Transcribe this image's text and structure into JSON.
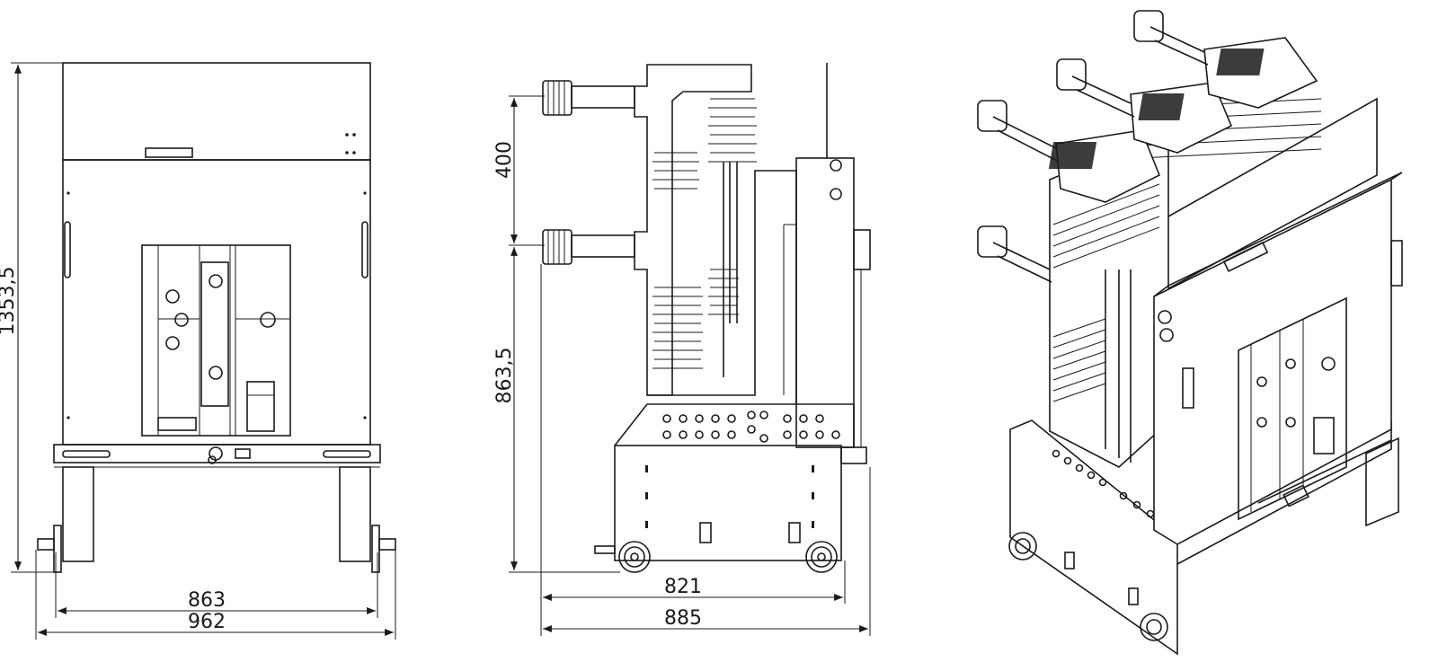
{
  "dimensions": {
    "front_height": "1353,5",
    "front_inner_width": "863",
    "front_outer_width": "962",
    "side_upper_spacing": "400",
    "side_lower_height": "863,5",
    "side_inner_width": "821",
    "side_outer_width": "885"
  },
  "views": [
    {
      "name": "front-view",
      "icon": "breaker-front-elevation"
    },
    {
      "name": "side-view",
      "icon": "breaker-side-elevation"
    },
    {
      "name": "isometric-view",
      "icon": "breaker-isometric"
    }
  ]
}
